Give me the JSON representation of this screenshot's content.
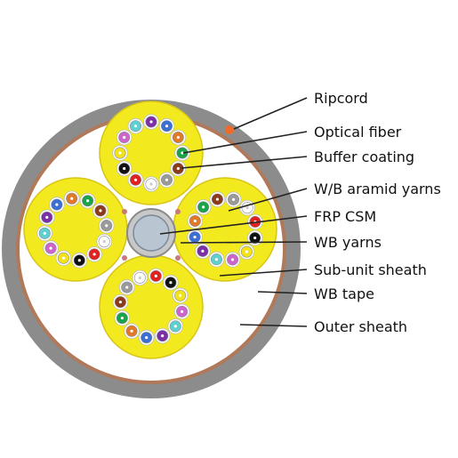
{
  "labels": {
    "ripcord": "Ripcord",
    "optical_fiber": "Optical fiber",
    "buffer_coating": "Buffer coating",
    "wb_aramid_yarns": "W/B aramid yarns",
    "frp_csm": "FRP CSM",
    "wb_yarns": "WB yarns",
    "subunit_sheath": "Sub-unit sheath",
    "wb_tape": "WB tape",
    "outer_sheath": "Outer sheath"
  },
  "colors": {
    "outer_sheath": "#8c8c8c",
    "wb_tape": "#b07a5a",
    "cable_interior": "#ffffff",
    "subunit_fill": "#f2ea1e",
    "subunit_border": "#d8c418",
    "frp": "#b9c6d2",
    "ripcord": "#f06a2a",
    "leader_line": "#222222"
  },
  "fiber_colors": [
    "#7b2fa6",
    "#3b6fd6",
    "#e07a2a",
    "#1aa34a",
    "#8b3a1a",
    "#9a9a9a",
    "#ffffff",
    "#e02222",
    "#111111",
    "#f2e21a",
    "#cc66cc",
    "#5fd0d0"
  ]
}
